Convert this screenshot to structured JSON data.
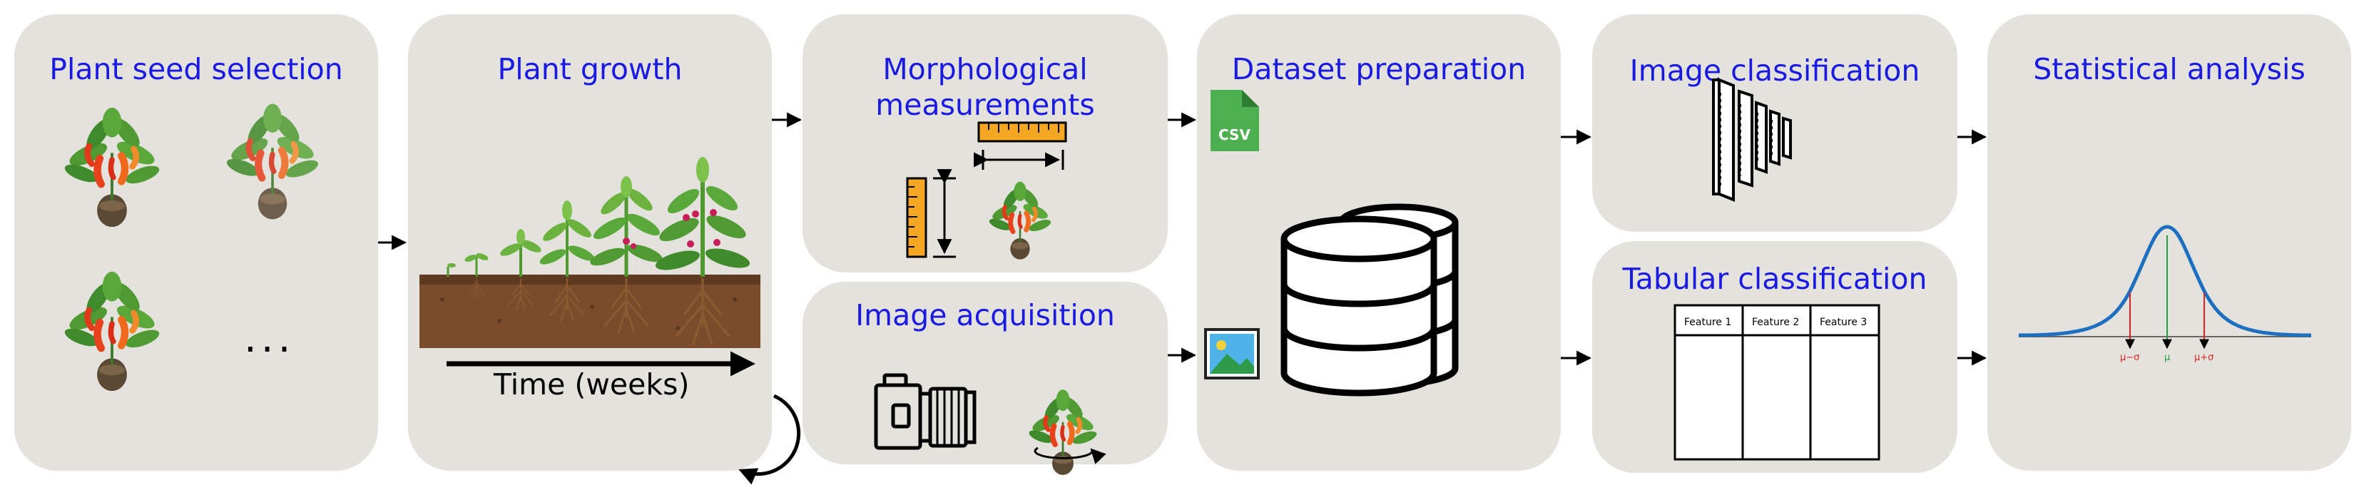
{
  "panels": {
    "seed_selection": {
      "title": "Plant seed selection",
      "ellipsis": "..."
    },
    "plant_growth": {
      "title": "Plant growth",
      "time_label": "Time (weeks)"
    },
    "morphological": {
      "title_line1": "Morphological",
      "title_line2": "measurements"
    },
    "image_acquisition": {
      "title": "Image acquisition"
    },
    "dataset_preparation": {
      "title": "Dataset preparation",
      "csv_label": "CSV"
    },
    "image_classification": {
      "title": "Image classification"
    },
    "tabular_classification": {
      "title": "Tabular classification",
      "columns": [
        "Feature 1",
        "Feature 2",
        "Feature 3"
      ]
    },
    "statistical_analysis": {
      "title": "Statistical analysis",
      "labels": {
        "minus": "μ−σ",
        "mean": "μ",
        "plus": "μ+σ"
      }
    }
  },
  "colors": {
    "panel_bg": "#e4e2dc",
    "title": "#1a1ae0",
    "bell_curve": "#1f6fc0",
    "sigma_lines": "#e02020",
    "mean_line": "#20a040",
    "csv_icon": "#4caf50"
  }
}
